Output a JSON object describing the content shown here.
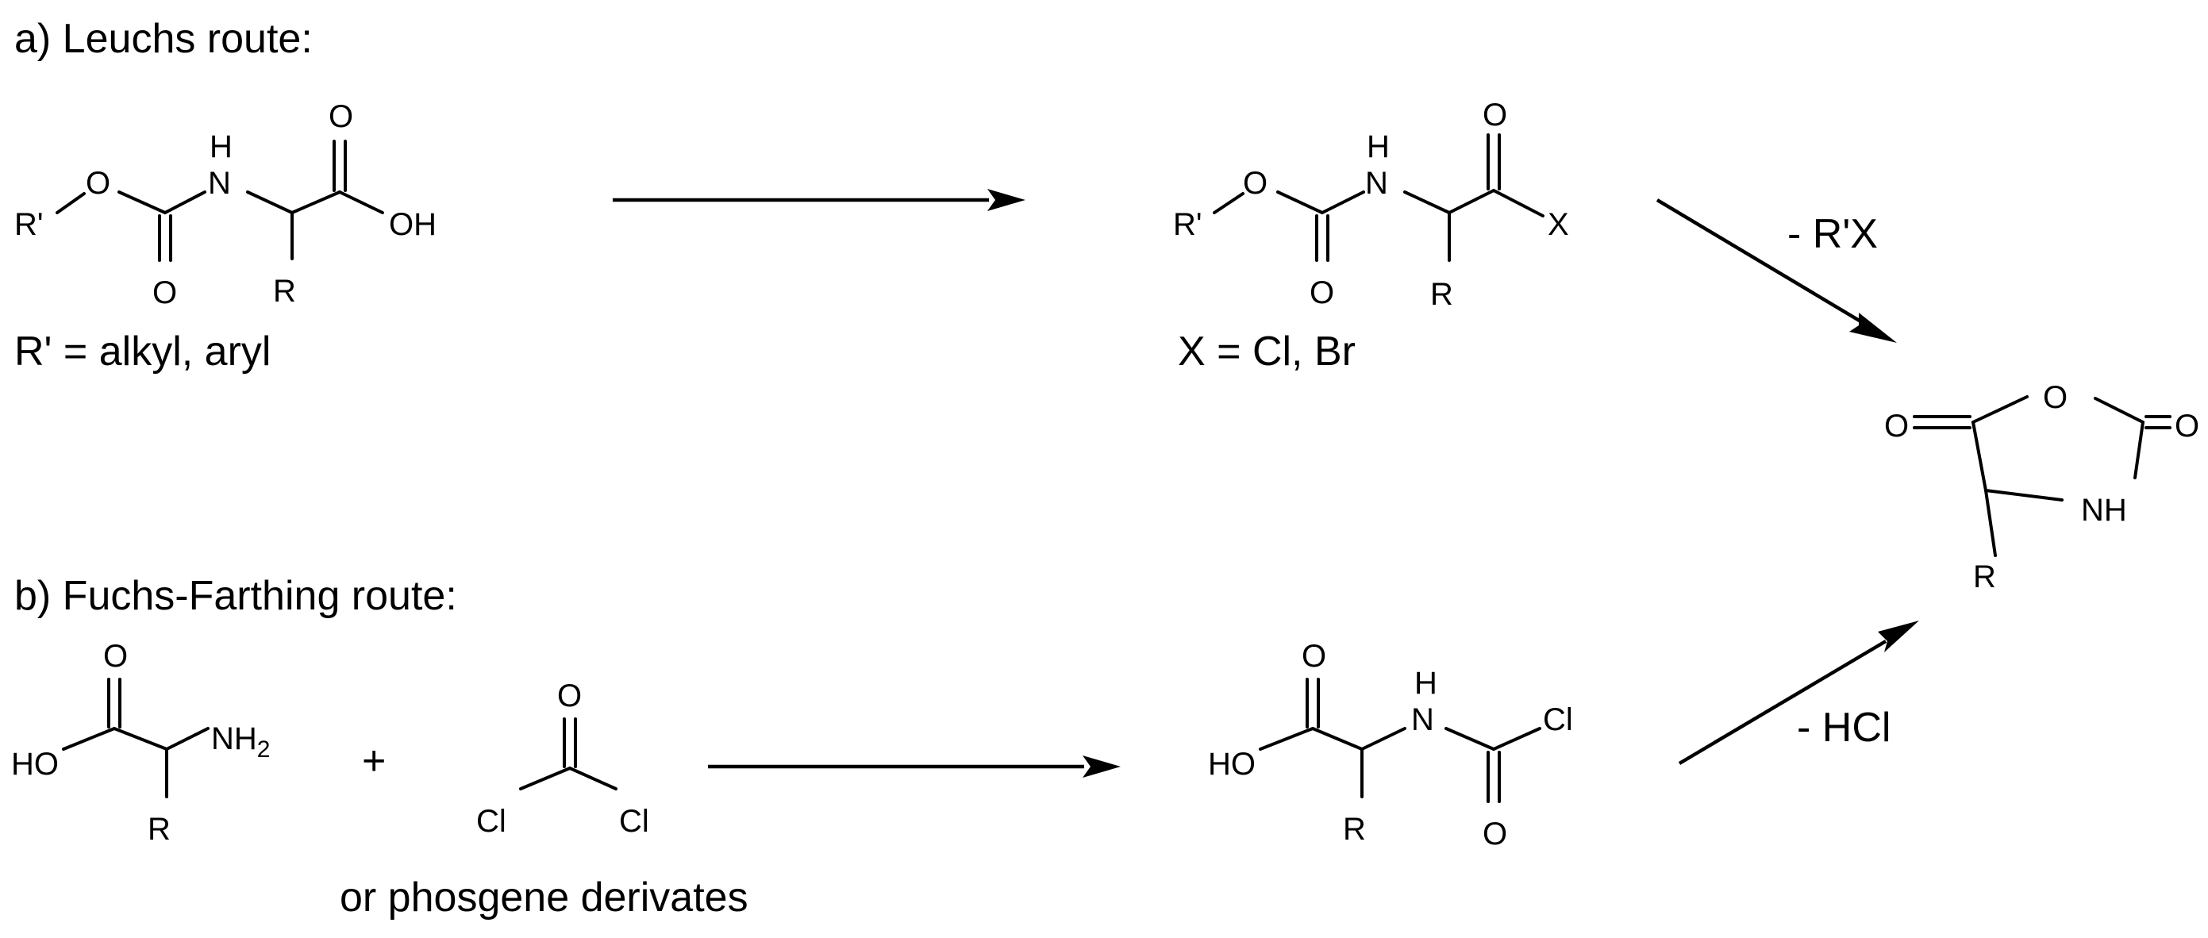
{
  "sections": {
    "leuchs": {
      "title": "a) Leuchs route:"
    },
    "fuchs_farthing": {
      "title": "b) Fuchs-Farthing route:"
    }
  },
  "notes": {
    "r_prime_def": "R' = alkyl, aryl",
    "x_def": "X = Cl, Br",
    "phosgene_alt": "or phosgene derivates",
    "plus": "+"
  },
  "arrow_labels": {
    "minus_rx": "- R'X",
    "minus_hcl": "- HCl"
  },
  "atoms": {
    "r_prime": "R'",
    "o": "O",
    "h": "H",
    "n": "N",
    "oh": "OH",
    "ho": "HO",
    "r": "R",
    "x": "X",
    "nh": "NH",
    "nh2": "NH",
    "subscript_2": "2",
    "cl": "Cl"
  }
}
